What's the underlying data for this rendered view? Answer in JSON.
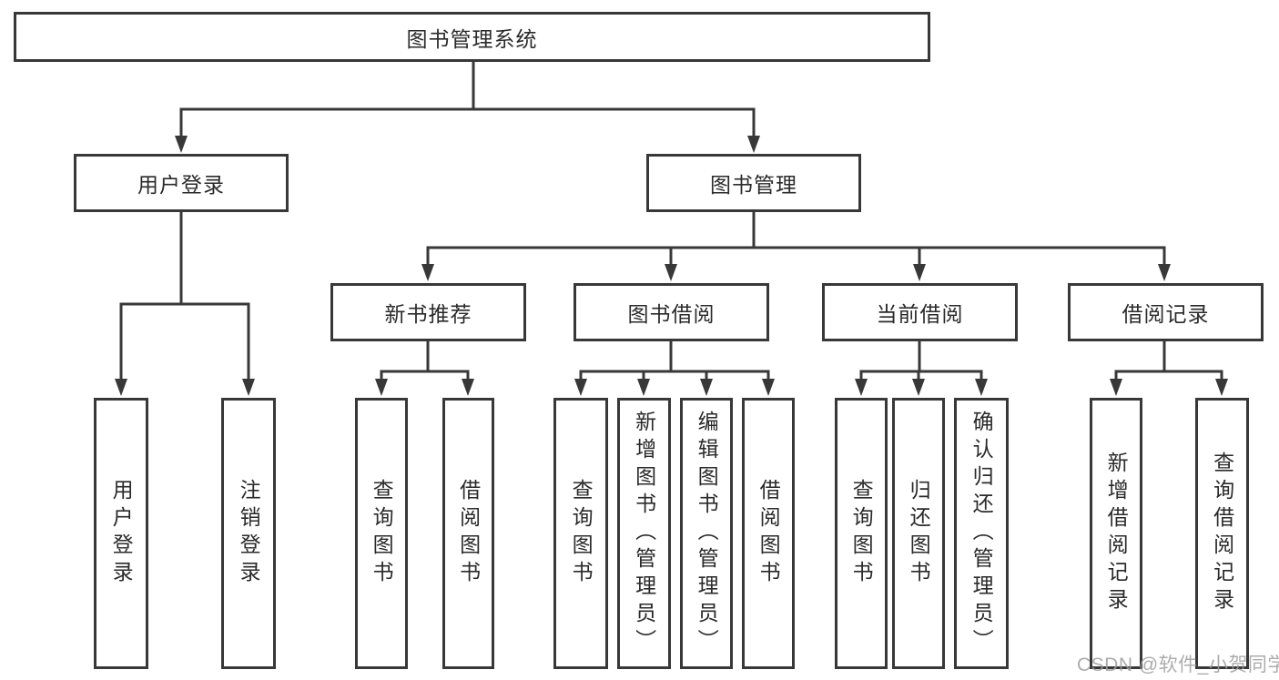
{
  "nodes": {
    "root": "图书管理系统",
    "user_login": "用户登录",
    "book_management": "图书管理",
    "new_book_recommend": "新书推荐",
    "book_borrowing": "图书借阅",
    "current_borrowing": "当前借阅",
    "borrowing_records": "借阅记录",
    "ul_user_login": "用户登录",
    "ul_logout": "注销登录",
    "nb_query_books": "查询图书",
    "nb_borrow_books": "借阅图书",
    "bb_query_books": "查询图书",
    "bb_add_books_admin": "新增图书（管理员）",
    "bb_edit_books_admin": "编辑图书（管理员）",
    "bb_borrow_books": "借阅图书",
    "cb_query_books": "查询图书",
    "cb_return_books": "归还图书",
    "cb_confirm_return_admin": "确认归还（管理员）",
    "br_add_record": "新增借阅记录",
    "br_query_record": "查询借阅记录"
  },
  "hierarchy": {
    "图书管理系统": [
      "用户登录",
      "图书管理"
    ],
    "用户登录": [
      "用户登录",
      "注销登录"
    ],
    "图书管理": [
      "新书推荐",
      "图书借阅",
      "当前借阅",
      "借阅记录"
    ],
    "新书推荐": [
      "查询图书",
      "借阅图书"
    ],
    "图书借阅": [
      "查询图书",
      "新增图书（管理员）",
      "编辑图书（管理员）",
      "借阅图书"
    ],
    "当前借阅": [
      "查询图书",
      "归还图书",
      "确认归还（管理员）"
    ],
    "借阅记录": [
      "新增借阅记录",
      "查询借阅记录"
    ]
  },
  "watermark": "CSDN @软件_小贺同学",
  "colors": {
    "line": "#383838",
    "border": "#383838",
    "text": "#2a2a2a",
    "watermark": "#9e9e9e",
    "background": "#ffffff"
  }
}
